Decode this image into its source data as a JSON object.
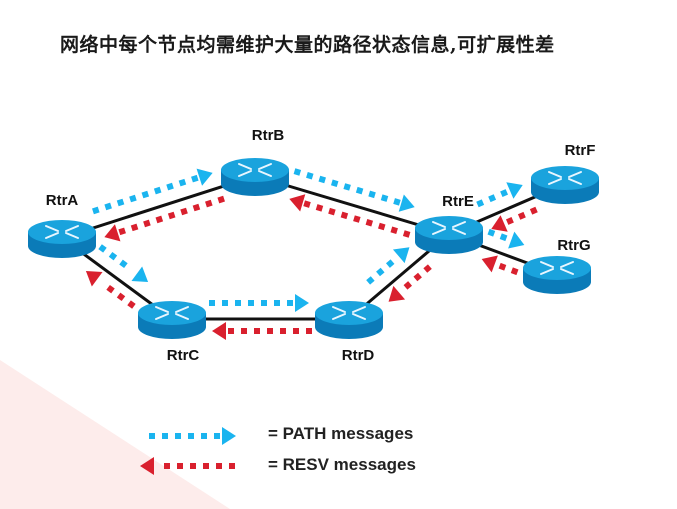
{
  "title": "网络中每个节点均需维护大量的路径状态信息,可扩展性差",
  "colors": {
    "path": "#1ab4ef",
    "resv": "#d9202e",
    "link": "#111111",
    "router_top": "#1aa3dd",
    "router_side": "#0b7bb8",
    "background_wedge": "#fdeceb"
  },
  "routers": [
    {
      "id": "A",
      "label": "RtrA"
    },
    {
      "id": "B",
      "label": "RtrB"
    },
    {
      "id": "C",
      "label": "RtrC"
    },
    {
      "id": "D",
      "label": "RtrD"
    },
    {
      "id": "E",
      "label": "RtrE"
    },
    {
      "id": "F",
      "label": "RtrF"
    },
    {
      "id": "G",
      "label": "RtrG"
    }
  ],
  "links": [
    {
      "from": "A",
      "to": "B"
    },
    {
      "from": "A",
      "to": "C"
    },
    {
      "from": "C",
      "to": "D"
    },
    {
      "from": "B",
      "to": "E"
    },
    {
      "from": "D",
      "to": "E"
    },
    {
      "from": "E",
      "to": "F"
    },
    {
      "from": "E",
      "to": "G"
    }
  ],
  "path_messages": [
    {
      "from": "A",
      "to": "B"
    },
    {
      "from": "A",
      "to": "C"
    },
    {
      "from": "C",
      "to": "D"
    },
    {
      "from": "B",
      "to": "E"
    },
    {
      "from": "D",
      "to": "E"
    },
    {
      "from": "E",
      "to": "F"
    },
    {
      "from": "E",
      "to": "G"
    }
  ],
  "resv_messages": [
    {
      "from": "B",
      "to": "A"
    },
    {
      "from": "C",
      "to": "A"
    },
    {
      "from": "D",
      "to": "C"
    },
    {
      "from": "E",
      "to": "B"
    },
    {
      "from": "E",
      "to": "D"
    },
    {
      "from": "F",
      "to": "E"
    },
    {
      "from": "G",
      "to": "E"
    }
  ],
  "legend": {
    "path_label": "= PATH messages",
    "resv_label": "= RESV messages"
  }
}
